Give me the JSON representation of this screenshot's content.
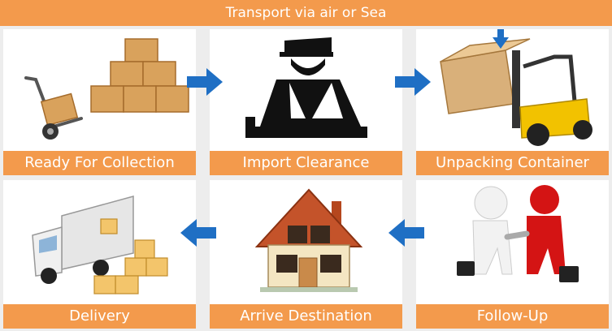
{
  "header": {
    "title": "Transport via air or Sea"
  },
  "steps": [
    {
      "label": "Ready For Collection",
      "icon": "hand-truck-boxes-icon"
    },
    {
      "label": "Import Clearance",
      "icon": "customs-officer-icon"
    },
    {
      "label": "Unpacking Container",
      "icon": "forklift-icon"
    },
    {
      "label": "Follow-Up",
      "icon": "handshake-icon"
    },
    {
      "label": "Arrive Destination",
      "icon": "house-icon"
    },
    {
      "label": "Delivery",
      "icon": "delivery-truck-icon"
    }
  ],
  "colors": {
    "accent": "#f39a4c",
    "arrow": "#1f6fc4",
    "background": "#ededed"
  }
}
